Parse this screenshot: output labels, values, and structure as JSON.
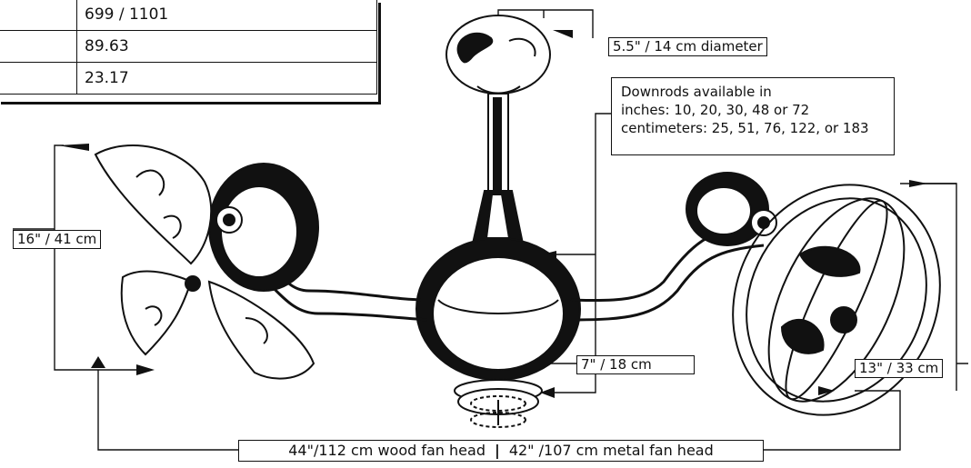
{
  "spec_table": {
    "rows": [
      {
        "value": "699 / 1101"
      },
      {
        "value": "89.63"
      },
      {
        "value": "23.17"
      }
    ]
  },
  "dimensions": {
    "canopy": "5.5\" / 14 cm diameter",
    "downrod_title": "Downrods available in",
    "downrod_inches": "inches: 10, 20, 30, 48 or 72",
    "downrod_cm": "centimeters: 25, 51, 76, 122, or 183",
    "left_head_height": "16\" / 41 cm",
    "body_height": "7\" / 18 cm",
    "right_head_height": "13\" / 33 cm",
    "span_wood": "44\"/112 cm  wood fan head",
    "span_separator": "|",
    "span_metal": "42\" /107 cm  metal fan head"
  },
  "colors": {
    "ink": "#111111",
    "background": "#ffffff"
  }
}
